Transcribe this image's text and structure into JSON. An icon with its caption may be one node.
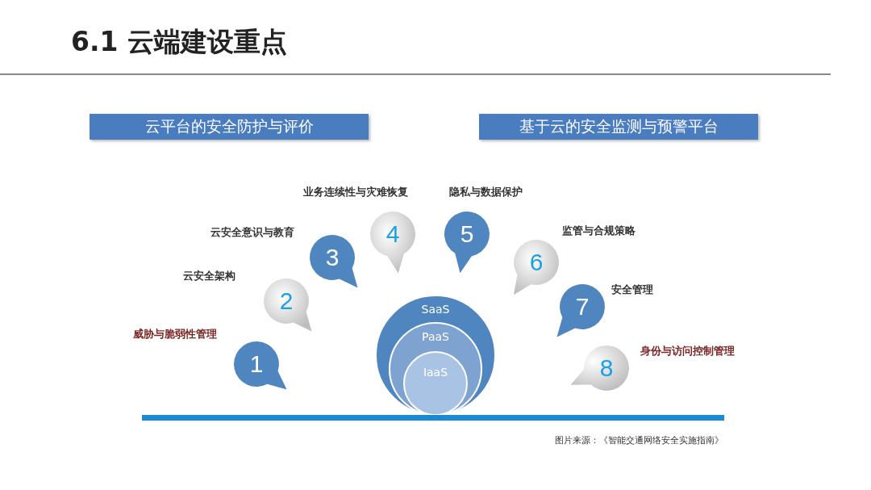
{
  "diagram": {
    "title": "6.1 云端建设重点",
    "nodes": [
      {
        "text": [
          "云平台的安全防护与评价"
        ]
      },
      {
        "text": [
          "基于云的安全监测与预警平台"
        ]
      },
      {
        "text": [
          "1"
        ],
        "beside": [
          "威胁与脆弱性管理"
        ]
      },
      {
        "text": [
          "2"
        ],
        "beside": [
          "云安全架构"
        ]
      },
      {
        "text": [
          "3"
        ],
        "beside": [
          "云安全意识与教育"
        ]
      },
      {
        "text": [
          "4"
        ],
        "beside": [
          "业务连续性与灾难恢复"
        ]
      },
      {
        "text": [
          "5"
        ],
        "beside": [
          "隐私与数据保护"
        ]
      },
      {
        "text": [
          "6"
        ],
        "beside": [
          "监管与合规策略"
        ]
      },
      {
        "text": [
          "7"
        ],
        "beside": [
          "安全管理"
        ]
      },
      {
        "text": [
          "8"
        ],
        "beside": [
          "身份与访问控制管理"
        ]
      },
      {
        "text": [
          "SaaS"
        ]
      },
      {
        "text": [
          "PaaS"
        ],
        "in": 10
      },
      {
        "text": [
          "IaaS"
        ],
        "in": 11
      }
    ],
    "labels": [
      "图片来源：《智能交通网络安全实施指南》"
    ]
  }
}
